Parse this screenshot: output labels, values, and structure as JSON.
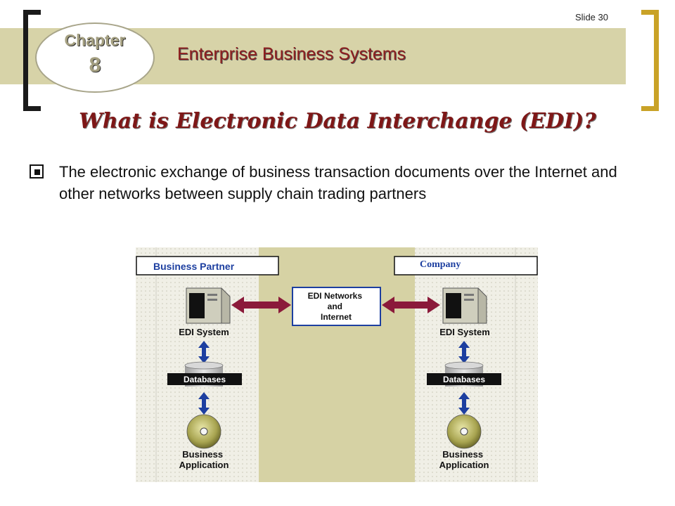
{
  "header": {
    "chapter_label": "Chapter",
    "chapter_number": "8",
    "subject": "Enterprise Business Systems",
    "slide_label": "Slide 30"
  },
  "slide": {
    "title": "What is Electronic Data Interchange (EDI)?",
    "bullet": "The electronic exchange of business transaction documents over the Internet and other networks between supply chain trading partners"
  },
  "diagram": {
    "left_party": "Business Partner",
    "right_party": "Company",
    "center_lines": [
      "EDI Networks",
      "and",
      "Internet"
    ],
    "edi_system_label": "EDI System",
    "databases_label": "Databases",
    "business_app_lines": [
      "Business",
      "Application"
    ]
  },
  "colors": {
    "accent_maroon": "#8b1a3a",
    "arrow_blue": "#1d3fa0",
    "band_khaki": "#d7d3a8"
  }
}
